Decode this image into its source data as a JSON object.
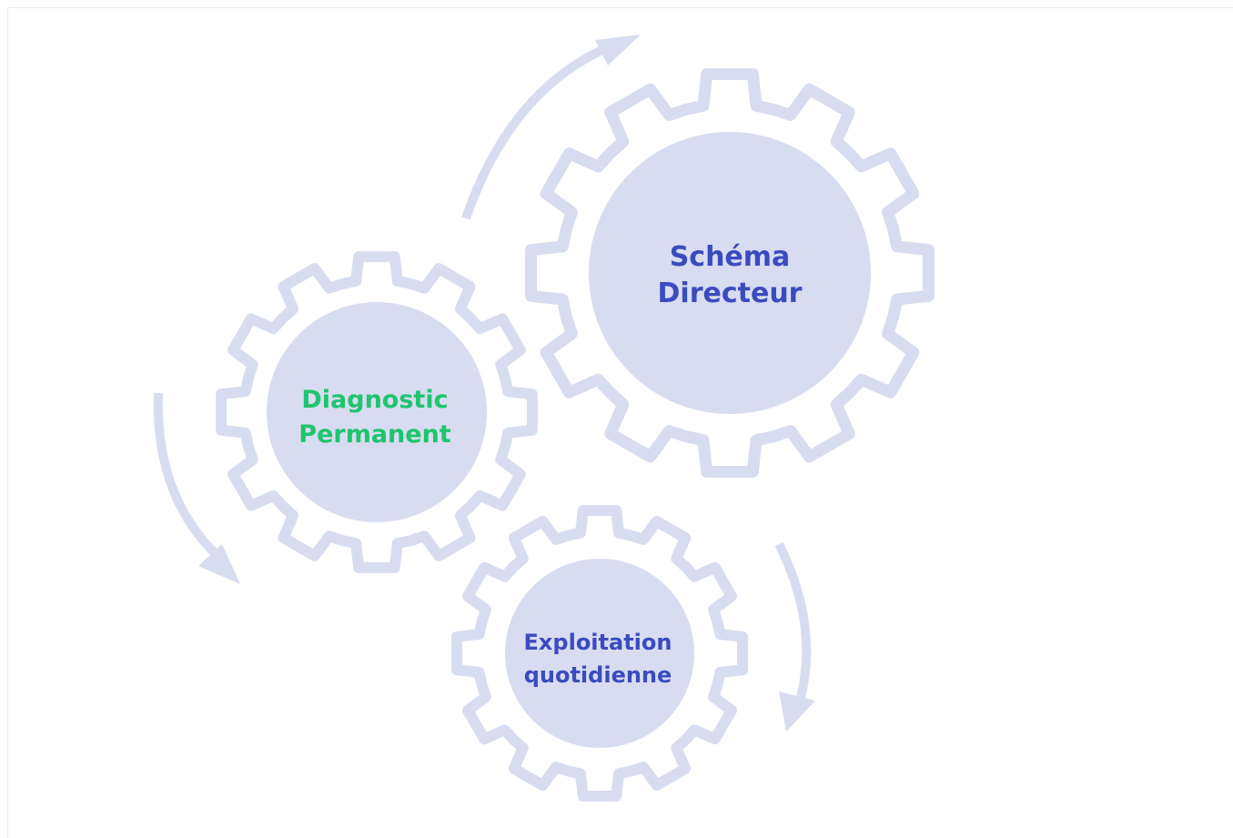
{
  "gears": [
    {
      "id": "schema",
      "line1": "Schéma",
      "line2": "Directeur"
    },
    {
      "id": "diagnostic",
      "line1": "Diagnostic",
      "line2": "Permanent"
    },
    {
      "id": "exploitation",
      "line1": "Exploitation",
      "line2": "quotidienne"
    }
  ],
  "colors": {
    "gear": "#d8dcf0",
    "label_blue": "#3a4bbf",
    "label_green": "#1ec46e",
    "arrow": "#d8dcf0"
  }
}
